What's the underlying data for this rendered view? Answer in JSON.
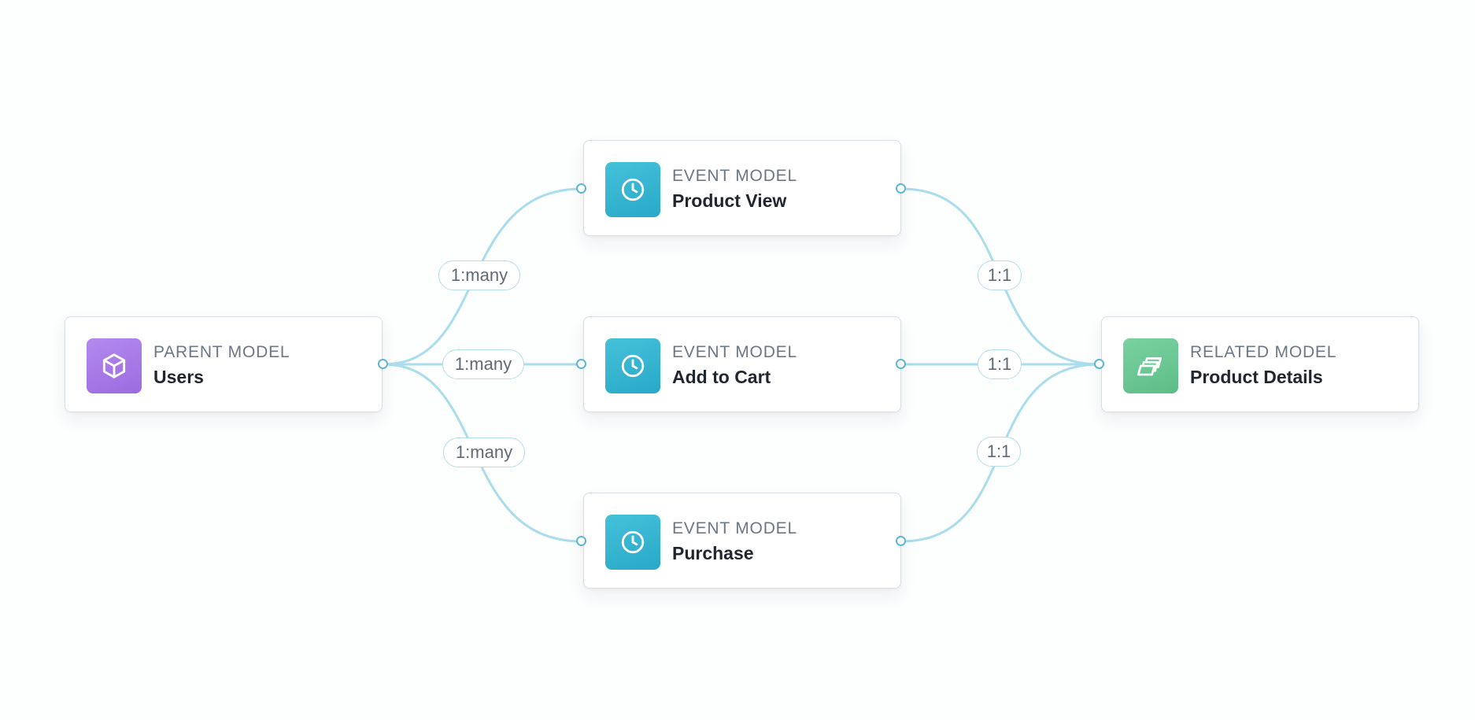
{
  "colors": {
    "edge": "#a9dcec",
    "port": "#5bb7d3",
    "parent_tile": "#a47ae6",
    "event_tile": "#33b4d1",
    "related_tile": "#6bc894"
  },
  "nodes": {
    "parent": {
      "type": "PARENT MODEL",
      "name": "Users",
      "icon": "cube-icon"
    },
    "event_1": {
      "type": "EVENT MODEL",
      "name": "Product View",
      "icon": "clock-icon"
    },
    "event_2": {
      "type": "EVENT MODEL",
      "name": "Add to Cart",
      "icon": "clock-icon"
    },
    "event_3": {
      "type": "EVENT MODEL",
      "name": "Purchase",
      "icon": "clock-icon"
    },
    "related": {
      "type": "RELATED MODEL",
      "name": "Product Details",
      "icon": "layers-icon"
    }
  },
  "edges": [
    {
      "from": "parent",
      "to": "event_1",
      "label": "1:many"
    },
    {
      "from": "parent",
      "to": "event_2",
      "label": "1:many"
    },
    {
      "from": "parent",
      "to": "event_3",
      "label": "1:many"
    },
    {
      "from": "event_1",
      "to": "related",
      "label": "1:1"
    },
    {
      "from": "event_2",
      "to": "related",
      "label": "1:1"
    },
    {
      "from": "event_3",
      "to": "related",
      "label": "1:1"
    }
  ]
}
